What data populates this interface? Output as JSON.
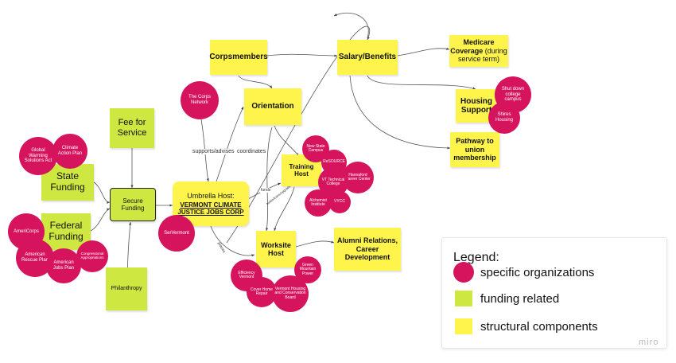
{
  "nodes": {
    "corpsmembers": "Corpsmembers",
    "salary": "Salary/Benefits",
    "medicare_bold": "Medicare Coverage",
    "medicare_rest": " (during service term)",
    "orientation": "Orientation",
    "housing": "Housing Support",
    "pathway": "Pathway to union membership",
    "fee": "Fee for Service",
    "state": "State Funding",
    "federal": "Federal Funding",
    "secure": "Secure Funding",
    "umbrella_top": "Umbrella Host:",
    "umbrella_name": "VERMONT CLIMATE JUSTICE JOBS CORP",
    "training": "Training Host",
    "worksite": "Worksite Host",
    "alumni": "Alumni Relations, Career Development",
    "philanthropy": "Philanthropy"
  },
  "orgs": {
    "corps_network": "The Corps Network",
    "shutdown": "Shut down college campus",
    "shires": "Shires Housing",
    "global_warming": "Global Warming Solutions Act",
    "climate_action": "Climate Action Plan",
    "americorps": "AmeriCorps",
    "arp": "American Rescue Plan",
    "ajp": "American Jobs Plan",
    "congressional": "Congressional Appropriations",
    "servermont": "SerVermont",
    "nsc": "New State Campus",
    "resource": "ReSOURCE",
    "hannaford": "Hannaford Career Center",
    "vttc": "VT Technical College",
    "alchemist": "Alchemist Institute",
    "vycc": "VYCC",
    "efficiency": "Efficiency Vermont",
    "cover": "Cover Home Repair",
    "gmp": "Green Mountain Power",
    "vhcb": "Vermont Housing and Conservation Board"
  },
  "edge_labels": {
    "supports": "supports/advises",
    "coordinates": "coordinates",
    "funds": "funds",
    "builds": "builds/trains/upgrades",
    "places": "places"
  },
  "legend": {
    "title": "Legend:",
    "items": [
      {
        "label": "specific organizations",
        "color": "#d6145d"
      },
      {
        "label": "funding related",
        "color": "#cee741"
      },
      {
        "label": "structural components",
        "color": "#fef44c"
      }
    ]
  },
  "watermark": "miro",
  "colors": {
    "org": "#d6145d",
    "funding": "#cee741",
    "structural": "#fef44c"
  }
}
